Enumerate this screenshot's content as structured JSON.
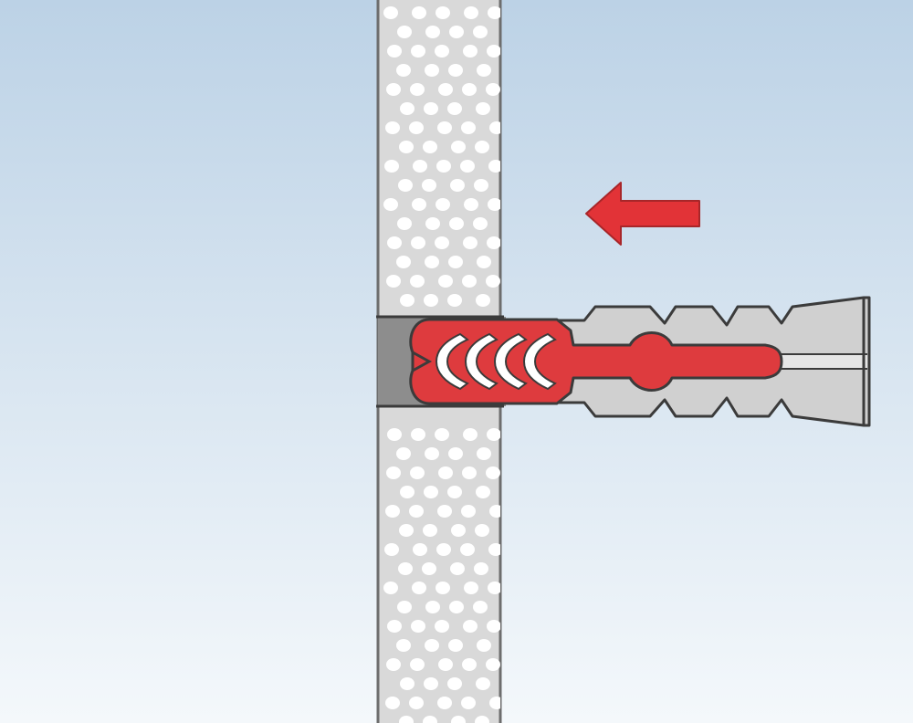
{
  "figure": {
    "colors": {
      "background_top": "#bcd2e6",
      "background_bottom": "#f4f8fb",
      "wall": "#d9d9d9",
      "wall_edge": "#6d6d6d",
      "wall_holes": "#ffffff",
      "drill_hole": "#8d8d8d",
      "anchor_red": "#de3b3e",
      "anchor_red_dark": "#a82629",
      "anchor_grey": "#d0d0d0",
      "anchor_grey_light": "#e6e6e6",
      "outline": "#3b3b3b",
      "arrow": "#e23337"
    },
    "elements": {
      "wall": "perforated-masonry-wall",
      "hole": "drilled-hole-in-wall",
      "anchor": "two-component-wall-plug",
      "arrow": "insert-direction-arrow-left"
    }
  }
}
